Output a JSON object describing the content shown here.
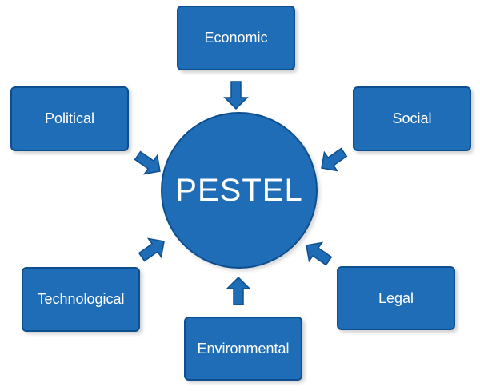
{
  "center": {
    "label": "PESTEL"
  },
  "factors": {
    "economic": "Economic",
    "political": "Political",
    "social": "Social",
    "technological": "Technological",
    "legal": "Legal",
    "environmental": "Environmental"
  },
  "colors": {
    "fill": "#1f6db6",
    "stroke": "#0d4f8e",
    "text": "#ffffff"
  }
}
